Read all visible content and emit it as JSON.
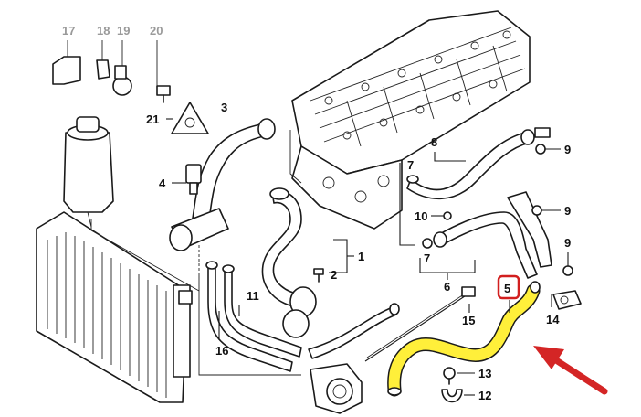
{
  "callouts": {
    "n1": "1",
    "n2": "2",
    "n3": "3",
    "n4": "4",
    "n5": "5",
    "n6": "6",
    "n7a": "7",
    "n7b": "7",
    "n8": "8",
    "n9a": "9",
    "n9b": "9",
    "n9c": "9",
    "n10": "10",
    "n11": "11",
    "n12": "12",
    "n13": "13",
    "n14": "14",
    "n15": "15",
    "n16": "16",
    "n17": "17",
    "n18": "18",
    "n19": "19",
    "n20": "20",
    "n21": "21"
  },
  "colors": {
    "highlight_hose": "#ffef3a",
    "highlight_box": "#d21f1f",
    "arrow": "#d42525",
    "faded_label": "#9a9a9a"
  }
}
